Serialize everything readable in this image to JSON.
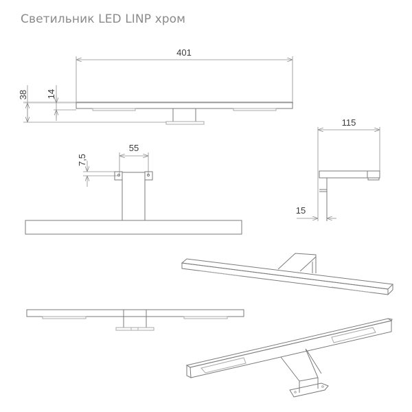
{
  "title": "Светильник LED LINP хром",
  "dimensions": {
    "length": "401",
    "height_total": "38",
    "height_bar": "14",
    "bracket_offset": "7,5",
    "bracket_width": "55",
    "depth": "115",
    "arm_width": "15"
  },
  "views": [
    "front-view-top",
    "top-view",
    "side-view",
    "front-view-bottom",
    "isometric-top",
    "isometric-bottom"
  ],
  "colors": {
    "line": "#7a7a7a",
    "text": "#8a8a8a"
  }
}
